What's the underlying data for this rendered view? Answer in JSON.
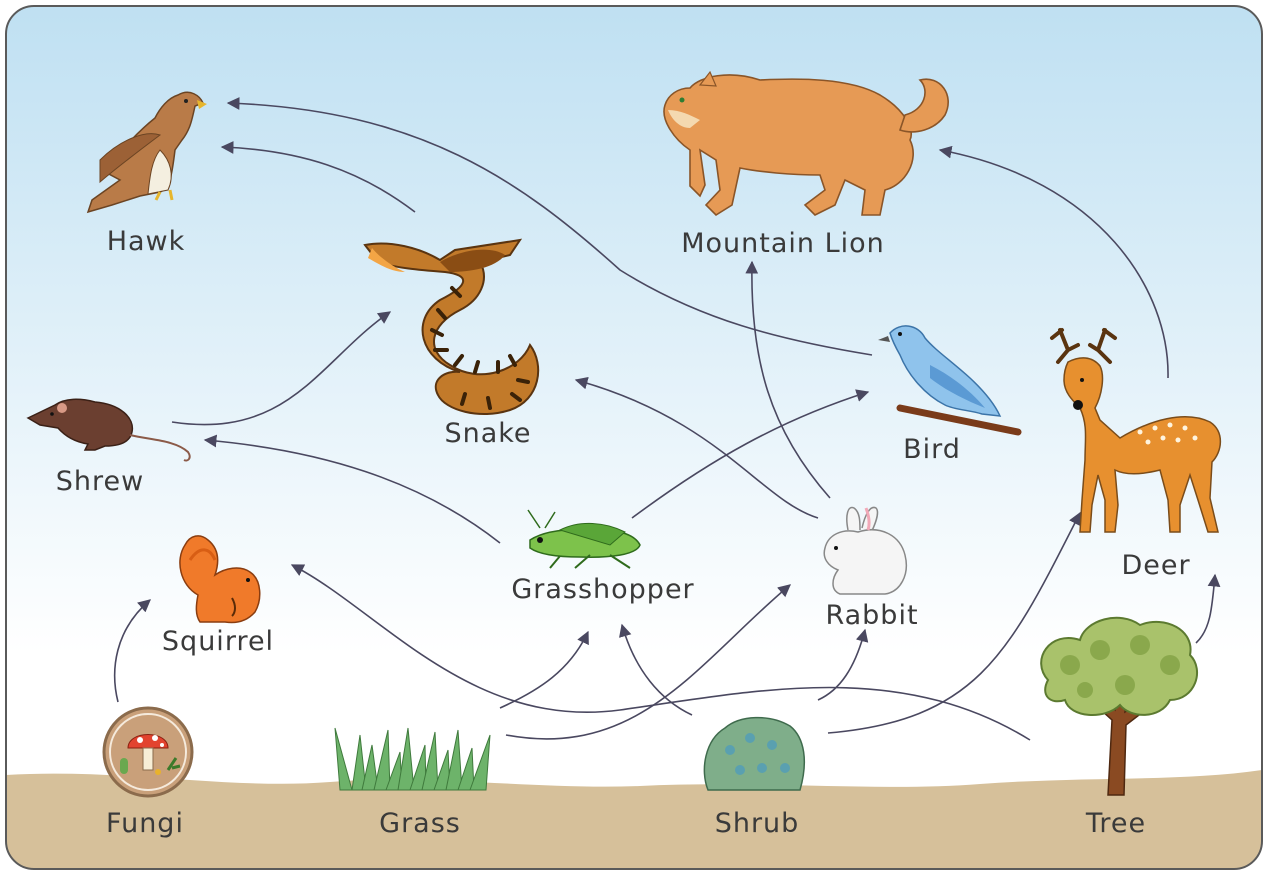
{
  "diagram": {
    "labels": {
      "hawk": "Hawk",
      "snake": "Snake",
      "mountain_lion": "Mountain Lion",
      "shrew": "Shrew",
      "bird": "Bird",
      "deer": "Deer",
      "squirrel": "Squirrel",
      "grasshopper": "Grasshopper",
      "rabbit": "Rabbit",
      "fungi": "Fungi",
      "grass": "Grass",
      "shrub": "Shrub",
      "tree": "Tree"
    },
    "colors": {
      "sky_top": "#bfe0f2",
      "sky_bottom": "#ffffff",
      "ground": "#d6c09a",
      "frame": "#5a5a5a",
      "arrow": "#4a4860"
    }
  }
}
